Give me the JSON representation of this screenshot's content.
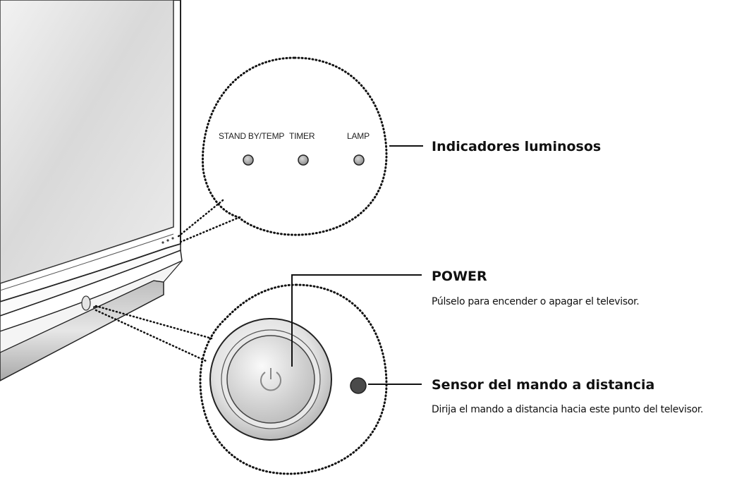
{
  "indicators": {
    "title": "Indicadores luminosos",
    "labels": [
      "STAND BY/TEMP",
      "TIMER",
      "LAMP"
    ]
  },
  "power": {
    "title": "POWER",
    "description": "Púlselo para encender o apagar el televisor."
  },
  "sensor": {
    "title": "Sensor del mando a distancia",
    "description": "Dirija el mando a distancia hacia este punto del televisor."
  },
  "icons": [
    "power-icon"
  ],
  "colors": {
    "line": "#111111",
    "led": "#9a9a9a",
    "sensor": "#4a4a4a",
    "tv_frame": "#333333"
  }
}
